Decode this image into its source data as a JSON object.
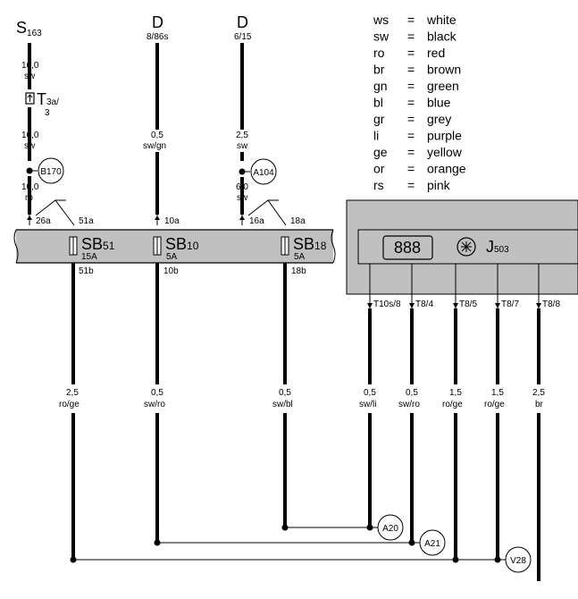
{
  "legend": [
    {
      "code": "ws",
      "eq": "=",
      "name": "white"
    },
    {
      "code": "sw",
      "eq": "=",
      "name": "black"
    },
    {
      "code": "ro",
      "eq": "=",
      "name": "red"
    },
    {
      "code": "br",
      "eq": "=",
      "name": "brown"
    },
    {
      "code": "gn",
      "eq": "=",
      "name": "green"
    },
    {
      "code": "bl",
      "eq": "=",
      "name": "blue"
    },
    {
      "code": "gr",
      "eq": "=",
      "name": "grey"
    },
    {
      "code": "li",
      "eq": "=",
      "name": "purple"
    },
    {
      "code": "ge",
      "eq": "=",
      "name": "yellow"
    },
    {
      "code": "or",
      "eq": "=",
      "name": "orange"
    },
    {
      "code": "rs",
      "eq": "=",
      "name": "pink"
    }
  ],
  "top_sources": {
    "s163": {
      "main": "S",
      "sub": "163"
    },
    "d1": {
      "main": "D",
      "sub": "8/86s"
    },
    "d2": {
      "main": "D",
      "sub": "6/15"
    }
  },
  "wire_labels": {
    "s163_a": {
      "gauge": "16,0",
      "color": "sw"
    },
    "s163_b": {
      "gauge": "16,0",
      "color": "sw"
    },
    "s163_c": {
      "gauge": "10,0",
      "color": "ro"
    },
    "d1_a": {
      "gauge": "0,5",
      "color": "sw/gn"
    },
    "d2_a": {
      "gauge": "2,5",
      "color": "sw"
    },
    "d2_b": {
      "gauge": "6,0",
      "color": "sw"
    }
  },
  "connector_t3a": {
    "main": "T",
    "sub": "3a/",
    "sub2": "3"
  },
  "junctions": {
    "b170": "B170",
    "a104": "A104",
    "a20": "A20",
    "a21": "A21",
    "v28": "V28"
  },
  "bus_pins": {
    "p26a": "26a",
    "p51a": "51a",
    "p10a": "10a",
    "p16a": "16a",
    "p18a": "18a",
    "p51b": "51b",
    "p10b": "10b",
    "p18b": "18b"
  },
  "fuses": [
    {
      "main": "SB",
      "sub": "51",
      "rating": "15A"
    },
    {
      "main": "SB",
      "sub": "10",
      "rating": "5A"
    },
    {
      "main": "SB",
      "sub": "18",
      "rating": "5A"
    }
  ],
  "module": {
    "display": "888",
    "main": "J",
    "sub": "503"
  },
  "module_pins": [
    "T10s/8",
    "T8/4",
    "T8/5",
    "T8/7",
    "T8/8"
  ],
  "bottom_wires": [
    {
      "gauge": "2,5",
      "color": "ro/ge"
    },
    {
      "gauge": "0,5",
      "color": "sw/ro"
    },
    {
      "gauge": "0,5",
      "color": "sw/bl"
    },
    {
      "gauge": "0,5",
      "color": "sw/li"
    },
    {
      "gauge": "0,5",
      "color": "sw/ro"
    },
    {
      "gauge": "1,5",
      "color": "ro/ge"
    },
    {
      "gauge": "1,5",
      "color": "ro/ge"
    },
    {
      "gauge": "2,5",
      "color": "br"
    }
  ]
}
